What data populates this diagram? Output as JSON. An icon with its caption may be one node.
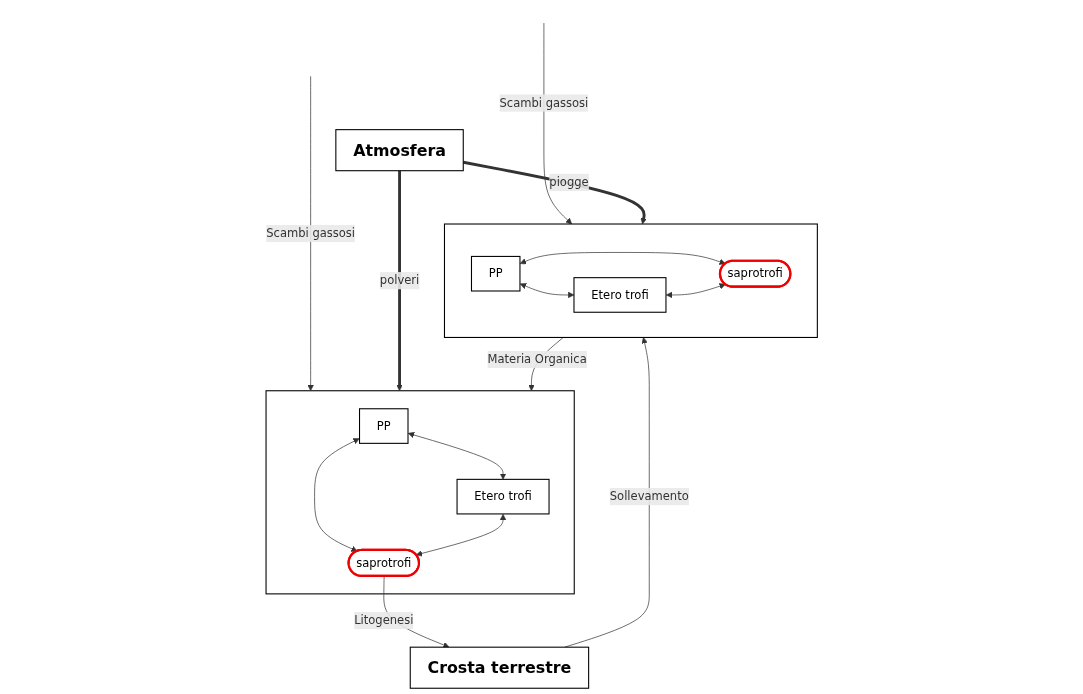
{
  "diagram": {
    "nodes": [
      {
        "text": [
          "Atmosfera"
        ]
      },
      {
        "text": [],
        "shape": "box"
      },
      {
        "text": [
          "PP"
        ],
        "in": 1
      },
      {
        "text": [
          "Etero trofi"
        ],
        "in": 1
      },
      {
        "text": [
          "saprotrofi"
        ],
        "in": 1
      },
      {
        "text": [],
        "shape": "box"
      },
      {
        "text": [
          "PP"
        ],
        "in": 5
      },
      {
        "text": [
          "Etero trofi"
        ],
        "in": 5
      },
      {
        "text": [
          "saprotrofi"
        ],
        "in": 5
      },
      {
        "text": [
          "Crosta terrestre"
        ]
      }
    ],
    "edges": [
      {
        "from": null,
        "to": 1,
        "arrow": "to",
        "label": "Scambi gassosi"
      },
      {
        "from": null,
        "to": 5,
        "arrow": "to",
        "label": "Scambi gassosi"
      },
      {
        "from": 0,
        "to": 1,
        "arrow": "to",
        "label": "piogge",
        "style": "thick"
      },
      {
        "from": 0,
        "to": 5,
        "arrow": "to",
        "label": "polveri",
        "style": "thick"
      },
      {
        "from": 1,
        "to": 5,
        "arrow": "to",
        "label": "Materia Organica"
      },
      {
        "from": 2,
        "to": 3,
        "arrow": "both"
      },
      {
        "from": 2,
        "to": 4,
        "arrow": "both"
      },
      {
        "from": 3,
        "to": 4,
        "arrow": "both"
      },
      {
        "from": 6,
        "to": 7,
        "arrow": "both"
      },
      {
        "from": 6,
        "to": 8,
        "arrow": "both"
      },
      {
        "from": 7,
        "to": 8,
        "arrow": "both"
      },
      {
        "from": 8,
        "to": 9,
        "arrow": "to",
        "label": "Litogenesi"
      },
      {
        "from": 9,
        "to": 1,
        "arrow": "to",
        "label": "Sollevamento"
      }
    ]
  }
}
